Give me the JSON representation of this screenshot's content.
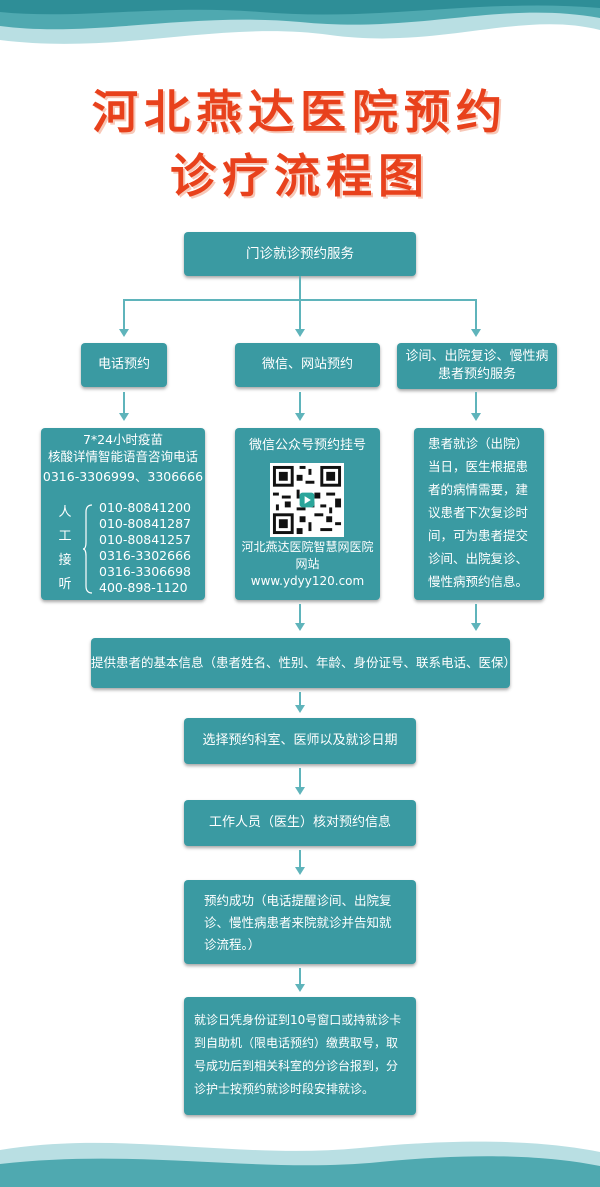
{
  "title": {
    "line1": "河北燕达医院预约",
    "line2": "诊疗流程图"
  },
  "top_box": "门诊就诊预约服务",
  "branches": {
    "phone": "电话预约",
    "wechat": "微信、网站预约",
    "followup": {
      "line1": "诊间、出院复诊、慢性病",
      "line2": "患者预约服务"
    }
  },
  "phone_detail": {
    "line1": "7*24小时疫苗",
    "line2": "核酸详情智能语音咨询电话",
    "line3": "0316-3306999、3306666",
    "manual_label": [
      "人",
      "工",
      "接",
      "听"
    ],
    "numbers": [
      "010-80841200",
      "010-80841287",
      "010-80841257",
      "0316-3302666",
      "0316-3306698",
      "400-898-1120"
    ]
  },
  "wechat_detail": {
    "heading": "微信公众号预约挂号",
    "site_name_line1": "河北燕达医院智慧网医院",
    "site_name_line2": "网站",
    "url": "www.ydyy120.com"
  },
  "followup_detail": {
    "lines": [
      "患者就诊（出院）",
      "当日，医生根据患",
      "者的病情需要，建",
      "议患者下次复诊时",
      "间，可为患者提交",
      "诊间、出院复诊、",
      "慢性病预约信息。"
    ]
  },
  "steps": {
    "info": "提供患者的基本信息（患者姓名、性别、年龄、身份证号、联系电话、医保）",
    "select": "选择预约科室、医师以及就诊日期",
    "verify": "工作人员（医生）核对预约信息",
    "success": [
      "预约成功（电话提醒诊间、出院复",
      "诊、慢性病患者来院就诊并告知就",
      "诊流程。）"
    ],
    "visit": [
      "就诊日凭身份证到10号窗口或持就诊卡",
      "到自助机（限电话预约）缴费取号，取",
      "号成功后到相关科室的分诊台报到，分",
      "诊护士按预约就诊时段安排就诊。"
    ]
  },
  "colors": {
    "box": "#3a9aa2",
    "title": "#e8411c",
    "arrow": "#5fb4bb"
  }
}
